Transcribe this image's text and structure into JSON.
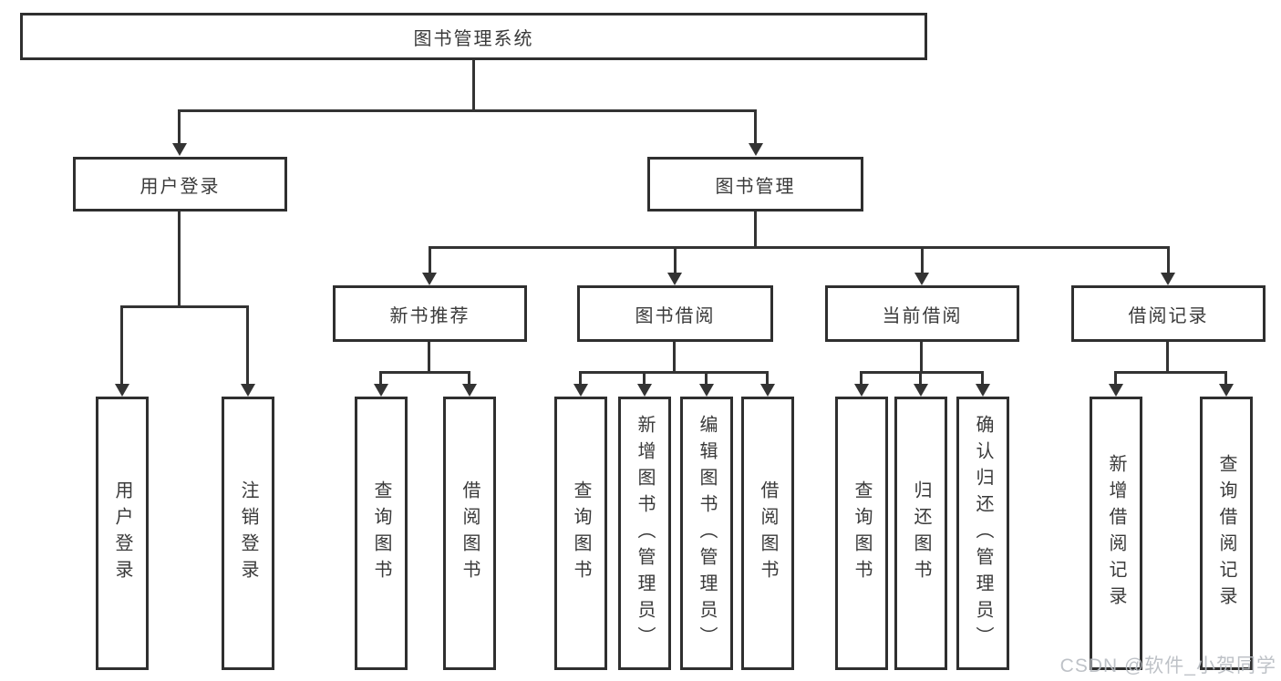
{
  "diagram": {
    "root": {
      "label": "图书管理系统"
    },
    "level2": [
      {
        "label": "用户登录"
      },
      {
        "label": "图书管理"
      }
    ],
    "level3": [
      {
        "label": "新书推荐"
      },
      {
        "label": "图书借阅"
      },
      {
        "label": "当前借阅"
      },
      {
        "label": "借阅记录"
      }
    ],
    "leaves": [
      {
        "label": "用户登录"
      },
      {
        "label": "注销登录"
      },
      {
        "label": "查询图书"
      },
      {
        "label": "借阅图书"
      },
      {
        "label": "查询图书"
      },
      {
        "label": "新增图书（管理员）"
      },
      {
        "label": "编辑图书（管理员）"
      },
      {
        "label": "借阅图书"
      },
      {
        "label": "查询图书"
      },
      {
        "label": "归还图书"
      },
      {
        "label": "确认归还（管理员）"
      },
      {
        "label": "新增借阅记录"
      },
      {
        "label": "查询借阅记录"
      }
    ]
  },
  "watermark": {
    "text": "CSDN @软件_小贺同学"
  },
  "colors": {
    "line": "#333333",
    "border": "#2f2f2f",
    "text": "#3a3a3a",
    "watermark": "#b8bcc2",
    "background": "#ffffff"
  }
}
